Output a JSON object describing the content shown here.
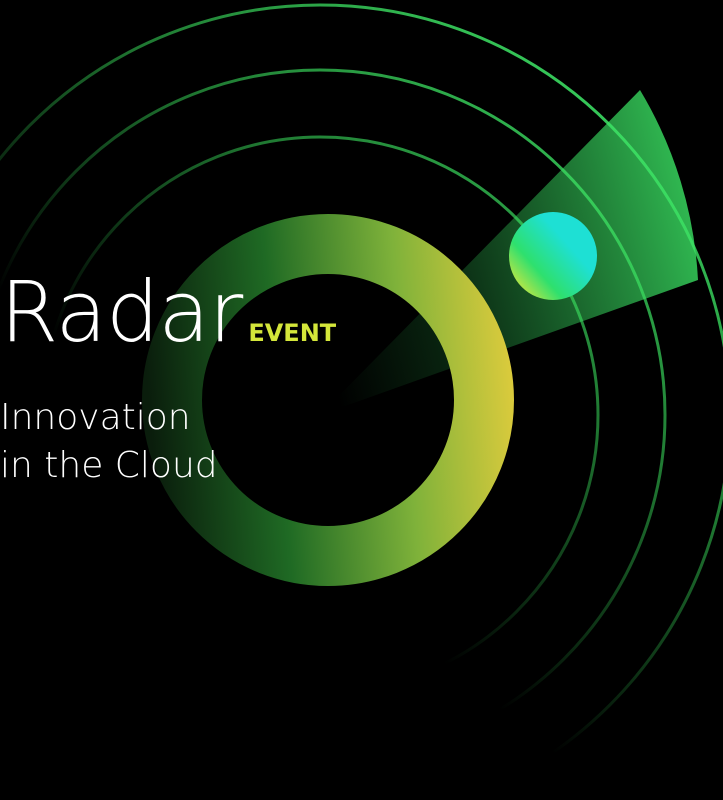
{
  "brand": {
    "word": "Radar",
    "tag": "EVENT"
  },
  "tagline": {
    "line1": "Innovation",
    "line2": "in the Cloud"
  },
  "colors": {
    "background": "#000000",
    "arc_green": "#39d95a",
    "ring_yellow": "#d8d23a",
    "ring_dark": "#0d2a12",
    "dot_cyan": "#1ee0d4",
    "tag_yellow": "#d4e63a",
    "text": "#ffffff"
  }
}
